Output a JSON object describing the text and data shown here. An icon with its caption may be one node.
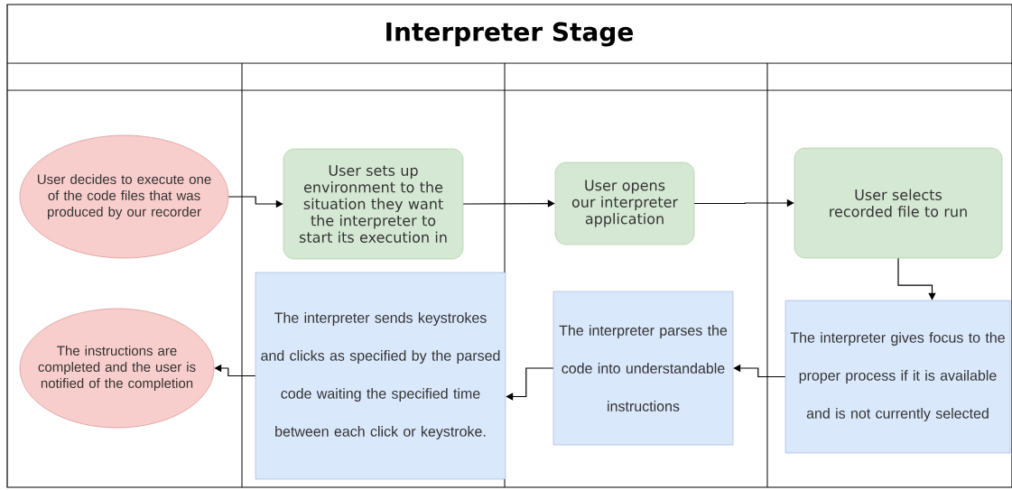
{
  "diagram": {
    "title": "Interpreter Stage",
    "nodes": [
      {
        "text": [
          "User decides to execute one of the code files that was produced by our recorder"
        ]
      },
      {
        "text": [
          "User sets up environment to the situation they want the interpreter to start its execution in"
        ]
      },
      {
        "text": [
          "User opens our interpreter application"
        ]
      },
      {
        "text": [
          "User selects recorded file to run"
        ]
      },
      {
        "text": [
          "The interpreter gives focus to the proper process if it is available and is not currently selected"
        ]
      },
      {
        "text": [
          "The interpreter parses the code into understandable instructions"
        ]
      },
      {
        "text": [
          "The interpreter sends keystrokes and clicks as specified by the parsed code waiting the specified time between each click or keystroke."
        ]
      },
      {
        "text": [
          "The instructions are completed and the user is notified of the completion"
        ]
      }
    ],
    "edges": [
      {
        "from": 0,
        "to": 1,
        "arrow": "to"
      },
      {
        "from": 1,
        "to": 2,
        "arrow": "to"
      },
      {
        "from": 2,
        "to": 3,
        "arrow": "to"
      },
      {
        "from": 3,
        "to": 4,
        "arrow": "to"
      },
      {
        "from": 4,
        "to": 5,
        "arrow": "to"
      },
      {
        "from": 5,
        "to": 6,
        "arrow": "to"
      },
      {
        "from": 6,
        "to": 7,
        "arrow": "to"
      }
    ]
  }
}
